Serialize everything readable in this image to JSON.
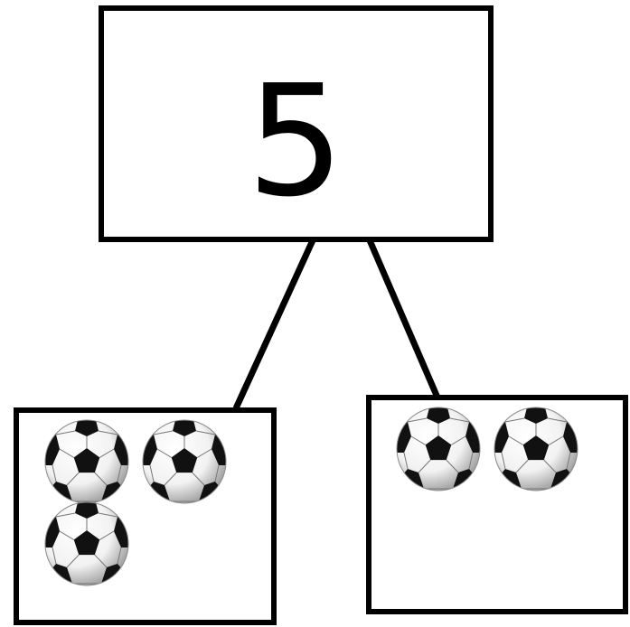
{
  "whole": {
    "value": "5"
  },
  "parts": [
    {
      "name": "left-part",
      "ball_count": 3
    },
    {
      "name": "right-part",
      "ball_count": 2
    }
  ],
  "icon": "soccer-ball-icon",
  "colors": {
    "line": "#000000",
    "background": "#ffffff",
    "ball_patch": "#000000",
    "ball_body": "#ffffff"
  }
}
